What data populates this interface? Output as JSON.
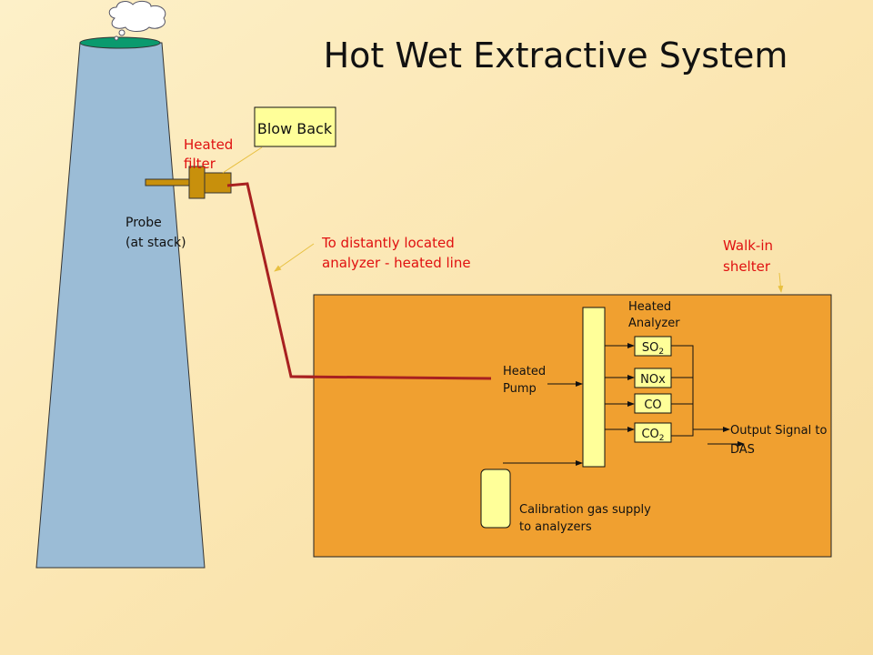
{
  "title": "Hot Wet Extractive System",
  "labels": {
    "blow_back": "Blow Back",
    "heated_filter": [
      "Heated",
      "filter"
    ],
    "probe": [
      "Probe",
      "(at stack)"
    ],
    "heated_line": [
      "To distantly located",
      "analyzer  - heated line"
    ],
    "walk_in_shelter": [
      "Walk-in",
      "shelter"
    ],
    "heated_analyzer": [
      "Heated",
      "Analyzer"
    ],
    "heated_pump": [
      "Heated",
      "Pump"
    ],
    "calibration": [
      "Calibration gas supply",
      "to analyzers"
    ],
    "output_signal": [
      "Output Signal to",
      "DAS"
    ]
  },
  "analyzers": [
    {
      "main": "SO",
      "sub": "2"
    },
    {
      "main": "NOx",
      "sub": ""
    },
    {
      "main": "CO",
      "sub": ""
    },
    {
      "main": "CO",
      "sub": "2"
    }
  ],
  "colors": {
    "background": "#fbe9b8",
    "stack": "#9bbcd6",
    "stack_top": "#0a9a6e",
    "shelter": "#f0a030",
    "component_fill": "#ffff99",
    "probe": "#c8900c",
    "heated_line": "#a82020",
    "callout_text": "#e01010"
  }
}
